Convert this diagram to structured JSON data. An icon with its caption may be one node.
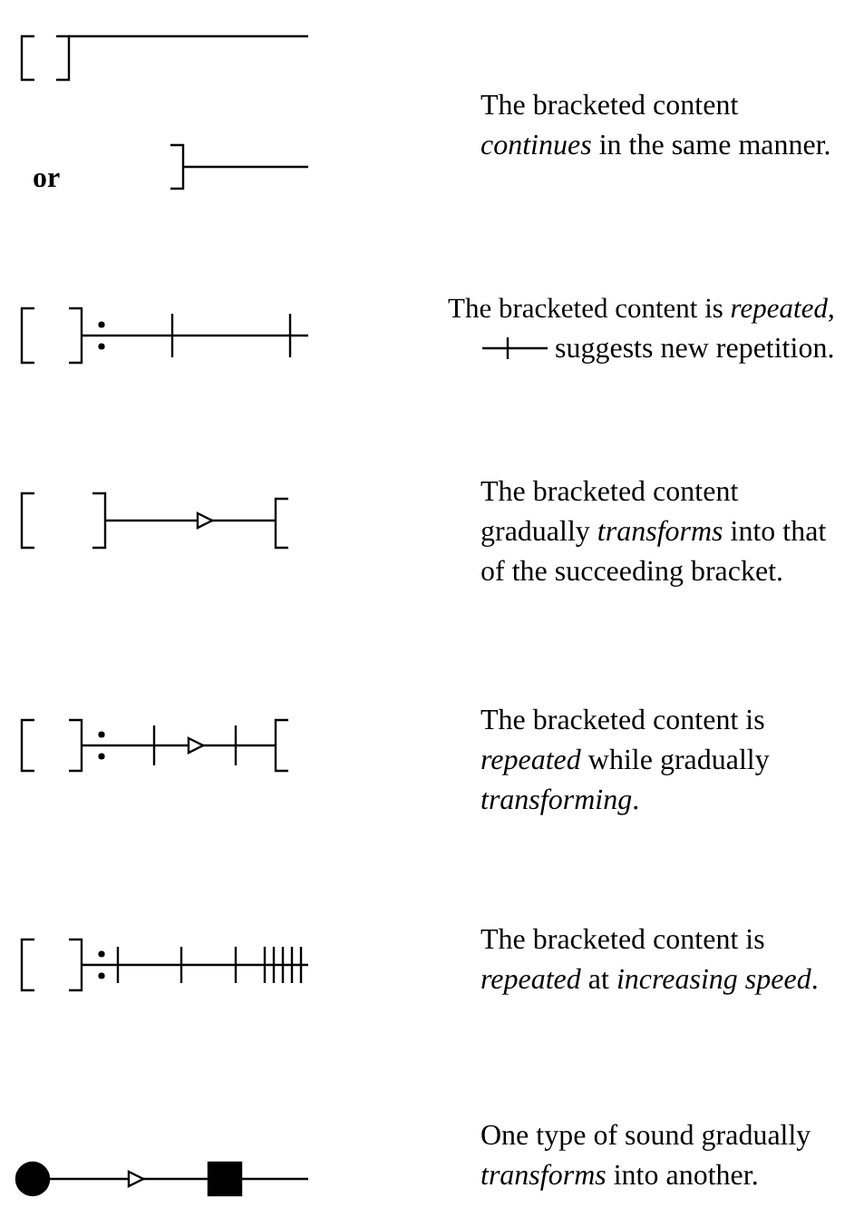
{
  "diagram": {
    "labels": [
      "The bracketed content *continues* in the same manner.",
      "or",
      "The bracketed content is *repeated*,",
      "suggests new repetition.",
      "The bracketed content gradually *transforms* into that of the succeeding bracket.",
      "The bracketed content is *repeated* while gradually *transforming*.",
      "The bracketed content is *repeated* at *increasing speed*.",
      "One type of sound gradually *transforms* into another."
    ]
  }
}
